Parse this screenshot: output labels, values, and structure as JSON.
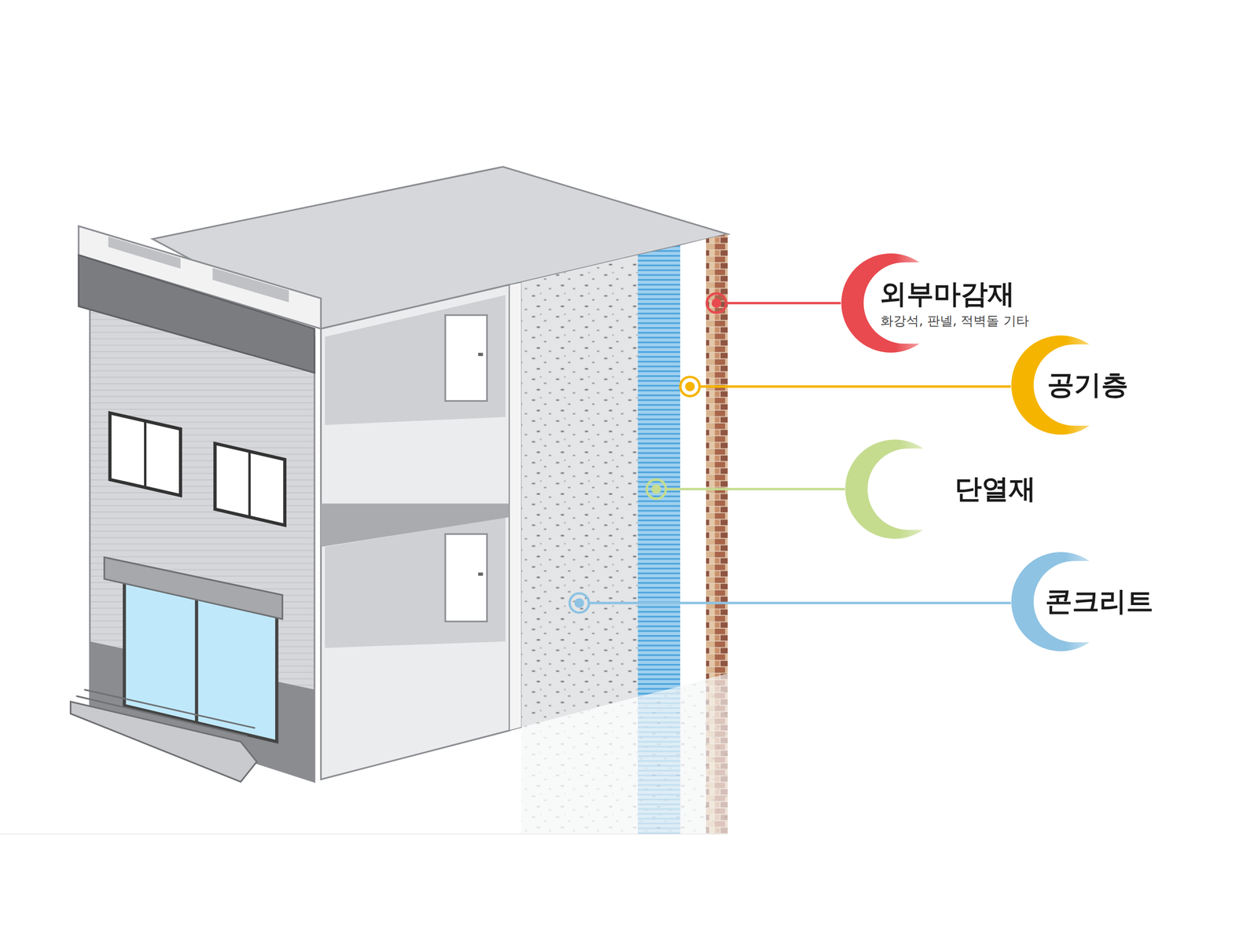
{
  "diagram": {
    "nodes": [
      {
        "text": [
          "외부마감재",
          "화강석, 판넬, 적벽돌 기타"
        ]
      },
      {
        "text": [
          "공기층"
        ]
      },
      {
        "text": [
          "단열재"
        ]
      },
      {
        "text": [
          "콘크리트"
        ]
      }
    ]
  }
}
